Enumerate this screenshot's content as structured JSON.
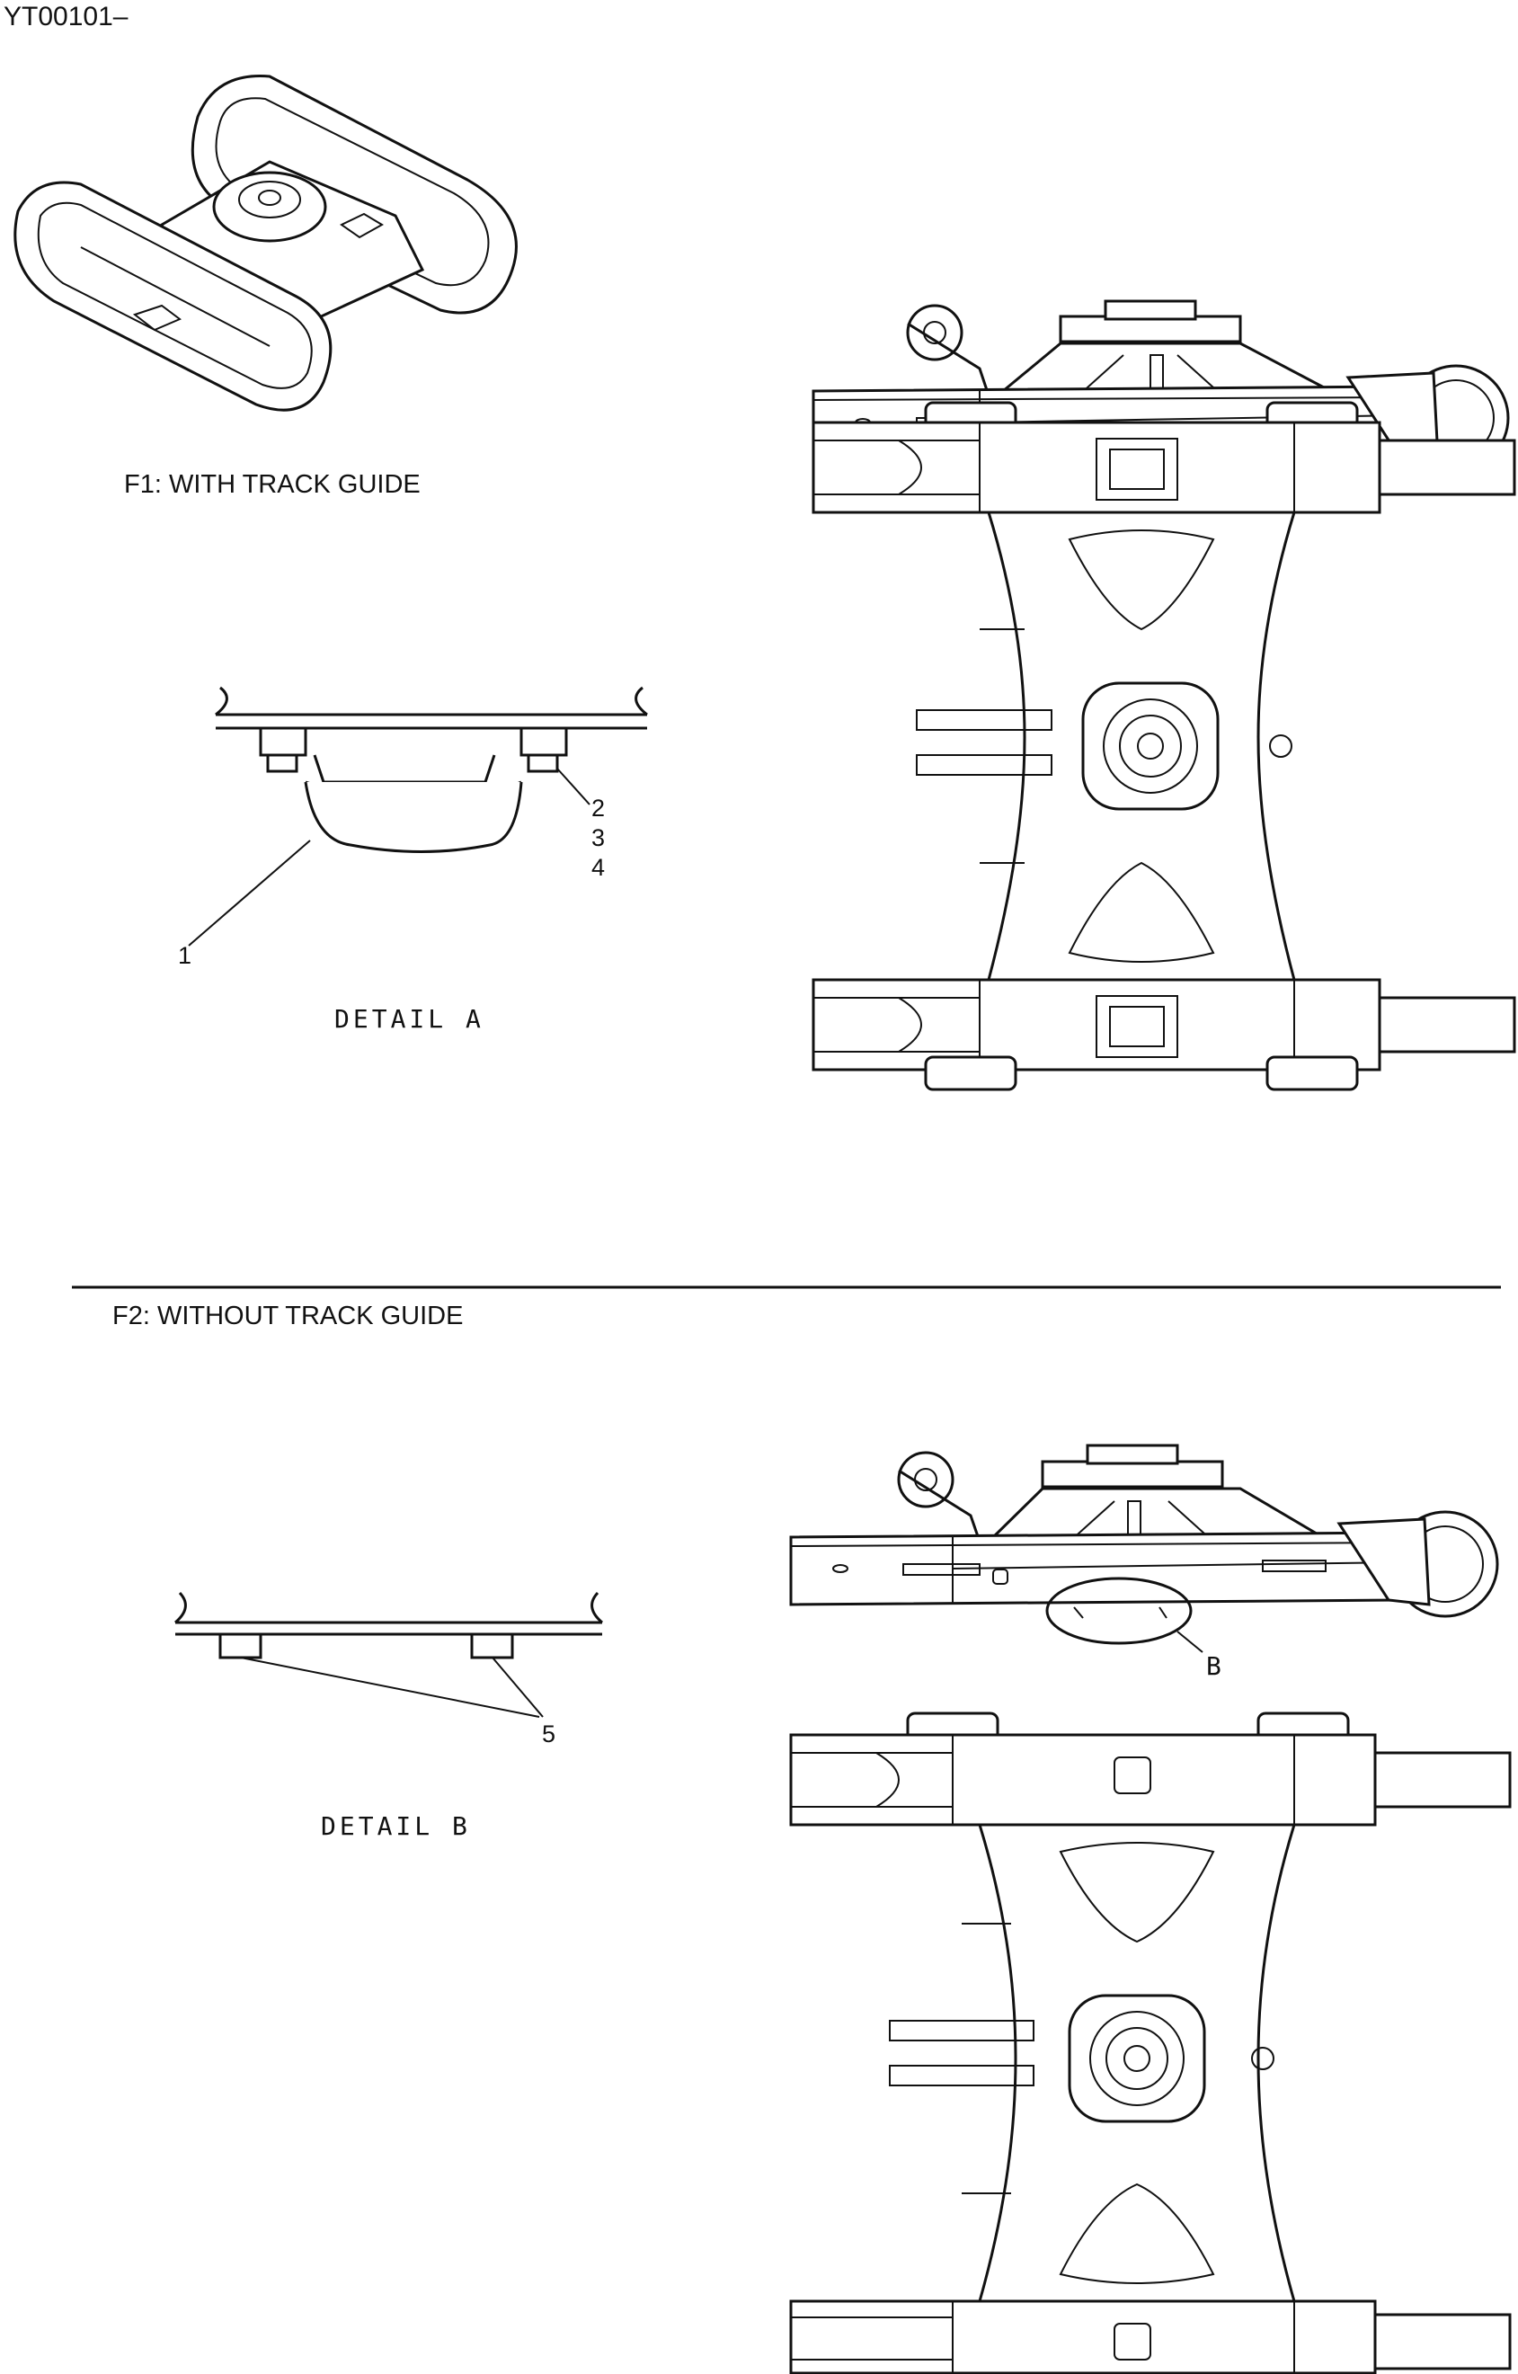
{
  "doc": {
    "code": "YT00101–",
    "figure1_caption": "F1: WITH TRACK GUIDE",
    "figure2_caption": "F2: WITHOUT TRACK GUIDE",
    "detail_a_label": "DETAIL A",
    "detail_b_label": "DETAIL B"
  },
  "callouts": {
    "detail_a_ref": "A",
    "detail_b_ref": "B",
    "part_numbers_a": [
      "1",
      "2",
      "3",
      "4"
    ],
    "part_numbers_b": [
      "5"
    ]
  }
}
